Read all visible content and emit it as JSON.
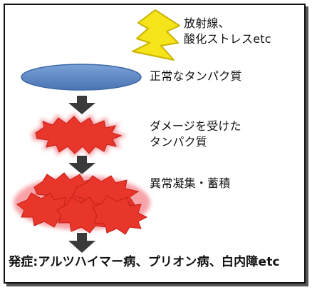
{
  "trigger": {
    "line1": "放射線、",
    "line2": "酸化ストレスetc"
  },
  "stages": {
    "normal": "正常なタンパク質",
    "damaged_line1": "ダメージを受けた",
    "damaged_line2": "タンパク質",
    "aggregate": "異常凝集・蓄積"
  },
  "outcome": "発症:アルツハイマー病、プリオン病、白内障etc",
  "colors": {
    "lightning_fill": "#f5e41a",
    "lightning_stroke": "#c9b200",
    "normal_protein": "#5b86c4",
    "damaged_protein": "#e8362b",
    "damaged_glow": "#f7a3a8",
    "arrow": "#3a3a3a",
    "border": "#111111"
  },
  "icons": {
    "trigger": "lightning-bolt-icon",
    "arrow": "arrow-down-icon"
  }
}
